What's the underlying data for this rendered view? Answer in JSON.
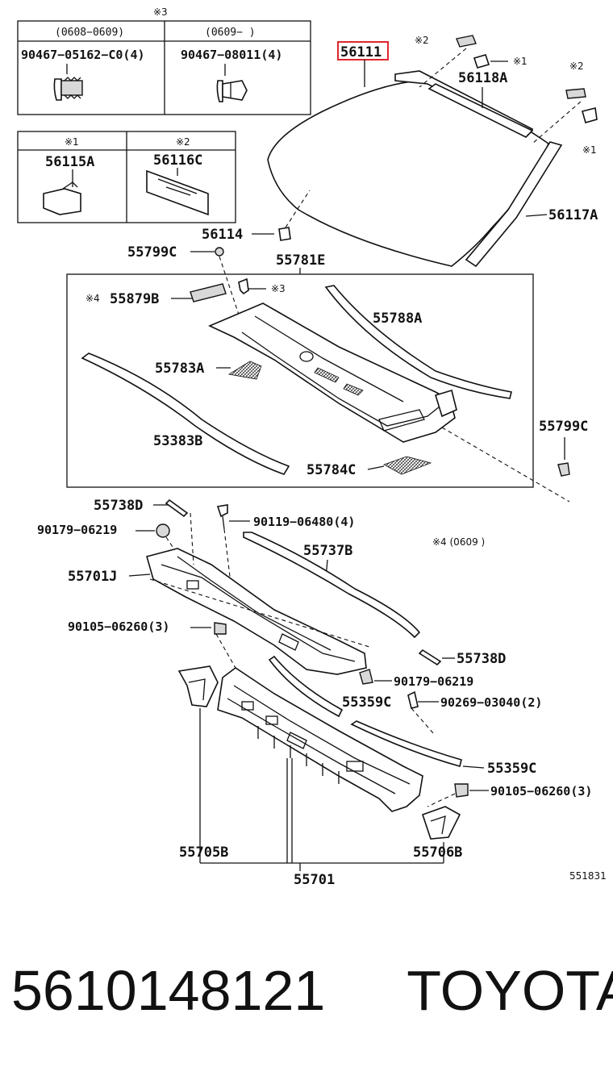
{
  "legend_top": {
    "marker": "※3",
    "col1_header": "(0608−0609)",
    "col2_header": "(0609−        )",
    "col1_part": "90467−05162−C0(4)",
    "col2_part": "90467−08011(4)"
  },
  "legend_mid": {
    "col1_marker": "※1",
    "col2_marker": "※2",
    "col1_part": "56115A",
    "col2_part": "56116C"
  },
  "labels": {
    "p56111": "56111",
    "mark2a": "※2",
    "mark1a": "※1",
    "p56118A": "56118A",
    "mark2b": "※2",
    "mark1b": "※1",
    "p56117A": "56117A",
    "p56114": "56114",
    "p55799C_a": "55799C",
    "p55781E": "55781E",
    "mark4": "※4",
    "p55879B": "55879B",
    "mark3": "※3",
    "p55788A": "55788A",
    "p55783A": "55783A",
    "p53383B": "53383B",
    "p55799C_b": "55799C",
    "p55784C": "55784C",
    "p55738D_a": "55738D",
    "p90119": "90119−06480(4)",
    "p90179_a": "90179−06219",
    "note4": "※4 (0609          )",
    "p55737B": "55737B",
    "p55701J": "55701J",
    "p90105_a": "90105−06260(3)",
    "p55738D_b": "55738D",
    "p90179_b": "90179−06219",
    "p55359C_a": "55359C",
    "p90269": "90269−03040(2)",
    "p55359C_b": "55359C",
    "p90105_b": "90105−06260(3)",
    "p55705B": "55705B",
    "p55706B": "55706B",
    "p55701": "55701",
    "ref": "551831"
  },
  "highlight_color": "#e0262f",
  "footer": {
    "part_number": "5610148121",
    "brand": "TOYOTA"
  }
}
